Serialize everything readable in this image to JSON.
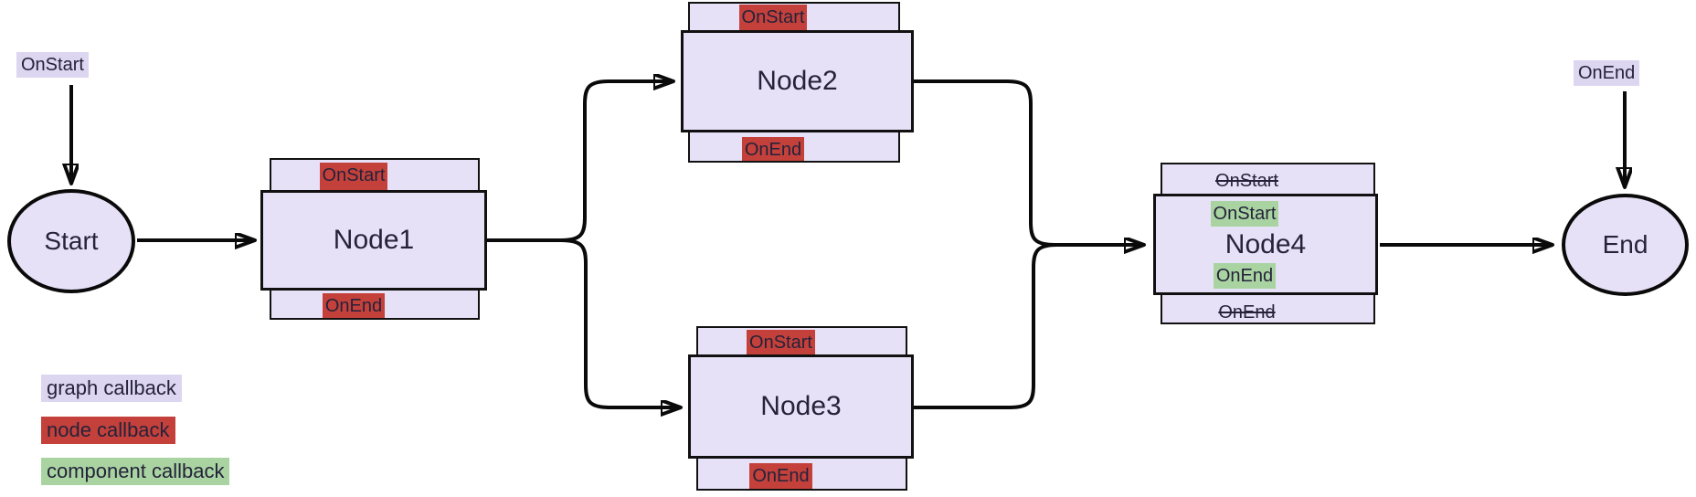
{
  "diagram": {
    "floating_labels": {
      "top_left": "OnStart",
      "top_right": "OnEnd"
    },
    "terminals": {
      "start": "Start",
      "end": "End"
    },
    "nodes": {
      "node1": {
        "name": "Node1",
        "top_callback": "OnStart",
        "bottom_callback": "OnEnd"
      },
      "node2": {
        "name": "Node2",
        "top_callback": "OnStart",
        "bottom_callback": "OnEnd"
      },
      "node3": {
        "name": "Node3",
        "top_callback": "OnStart",
        "bottom_callback": "OnEnd"
      },
      "node4": {
        "name": "Node4",
        "top_callback_struck": "OnStart",
        "inner_start_callback": "OnStart",
        "inner_end_callback": "OnEnd",
        "bottom_callback_struck": "OnEnd"
      }
    },
    "legend": {
      "graph": "graph callback",
      "node": "node callback",
      "component": "component callback"
    },
    "colors": {
      "graph_callback_bg": "#dcd6f0",
      "node_callback_bg": "#c4413b",
      "component_callback_bg": "#a9d4a2",
      "node_fill": "#e7e1f8",
      "edge": "#0a0a0a",
      "text": "#25223a"
    }
  }
}
